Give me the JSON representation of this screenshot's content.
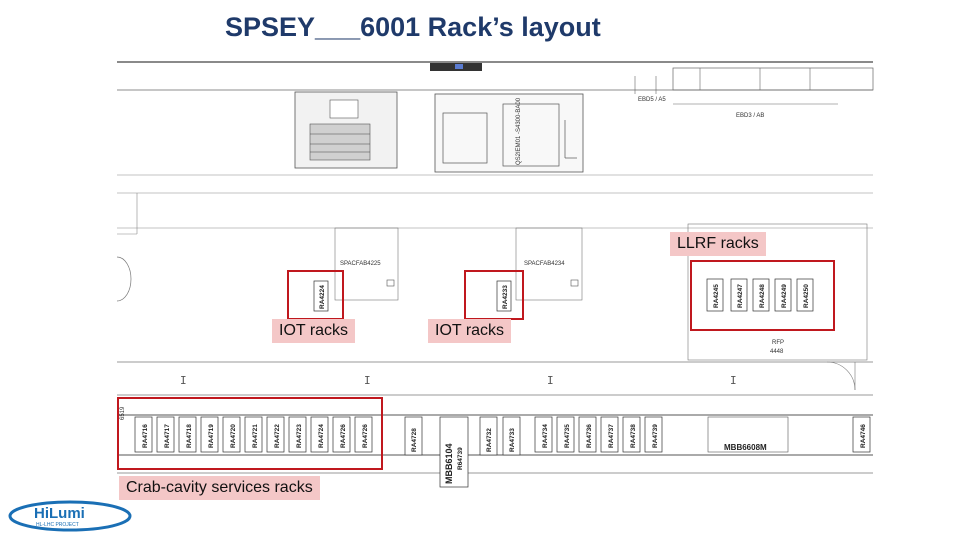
{
  "title": "SPSEY___6001 Rack’s layout",
  "callouts": {
    "llrf": "LLRF racks",
    "iot_left": "IOT racks",
    "iot_right": "IOT racks",
    "crab": "Crab-cavity services racks"
  },
  "plan_labels": {
    "ebd_top": "EBD5 / A5",
    "ebd_mid": "EBD3 / AB",
    "spac_left": "SPACFAB4225",
    "spac_right": "SPACFAB4234",
    "vertical_box": "QS2IEM01 -S4300-BA00",
    "rfp": "RFP",
    "rfp_num": "4448",
    "mbb_left": "MBB6104",
    "mbb_left_sub": "R64739",
    "mbb_right": "MBB6608M",
    "side_num": "6519"
  },
  "racks": {
    "iot_left": [
      "RA4224"
    ],
    "iot_right": [
      "RA4233"
    ],
    "llrf": [
      "RA4245",
      "RA4247",
      "RA4248",
      "RA4249",
      "RA4250"
    ],
    "crab": [
      "RA4716",
      "RA4717",
      "RA4718",
      "RA4719",
      "RA4720",
      "RA4721",
      "RA4722",
      "RA4723",
      "RA4724",
      "RA4726",
      "RA4726"
    ],
    "others": [
      "RA4728",
      "RA4732",
      "RA4733",
      "RA4734",
      "RA4735",
      "RA4736",
      "RA4737",
      "RA4738",
      "RA4739",
      "RA4746"
    ]
  },
  "logo": {
    "main": "HiLumi",
    "sub": "HL-LHC PROJECT"
  },
  "colors": {
    "title": "#1f3a6a",
    "highlight": "#c0181e",
    "callout_bg": "#f4c7c7",
    "logo_blue": "#1a6fb5"
  }
}
